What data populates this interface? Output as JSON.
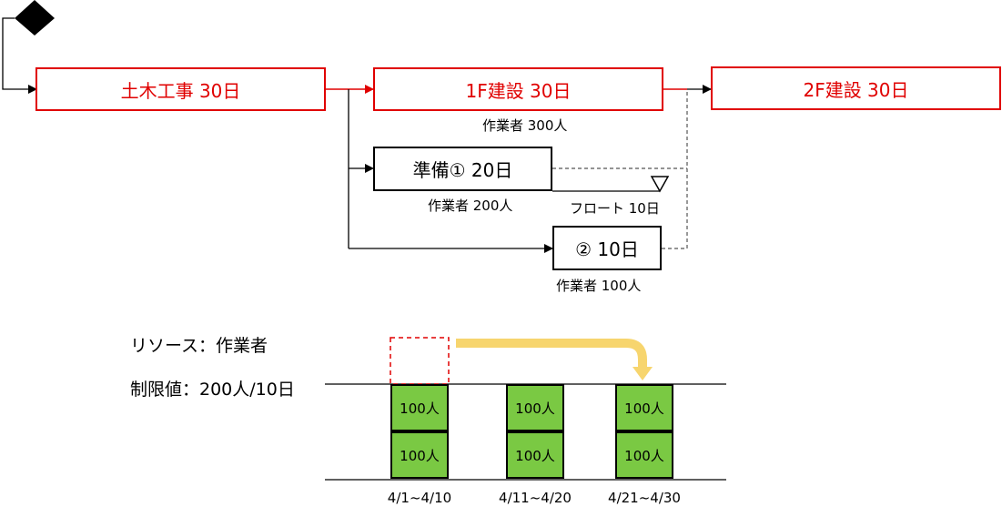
{
  "network": {
    "civil": "土木工事 30日",
    "f1": "1F建設 30日",
    "f2": "2F建設 30日",
    "prep1": "準備① 20日",
    "prep2": "② 10日",
    "f1_workers": "作業者 300人",
    "prep1_workers": "作業者 200人",
    "prep2_workers": "作業者 100人",
    "float": "フロート 10日"
  },
  "resource": {
    "title": "リソース：作業者",
    "limit": "制限値：200人/10日",
    "cell": "100人",
    "periods": [
      "4/1~4/10",
      "4/11~4/20",
      "4/21~4/30"
    ]
  },
  "colors": {
    "critical": "#e00000",
    "bar": "#7ac943",
    "shift_arrow": "#f7d56e"
  }
}
